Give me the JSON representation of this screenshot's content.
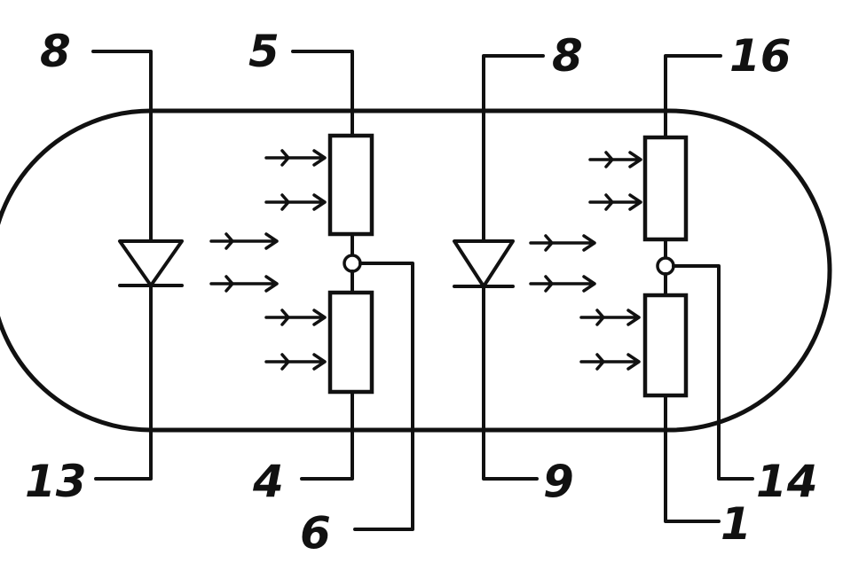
{
  "pins": {
    "top_left_diode": "8",
    "top_left_resistor": "5",
    "top_right_diode": "8",
    "top_right_resistor": "16",
    "bottom_left_diode": "13",
    "bottom_left_resistor": "4",
    "bottom_left_tap": "6",
    "bottom_right_diode": "9",
    "bottom_right_resistor": "1",
    "bottom_right_tap": "14"
  },
  "colors": {
    "ink": "#111111",
    "background": "#ffffff"
  }
}
